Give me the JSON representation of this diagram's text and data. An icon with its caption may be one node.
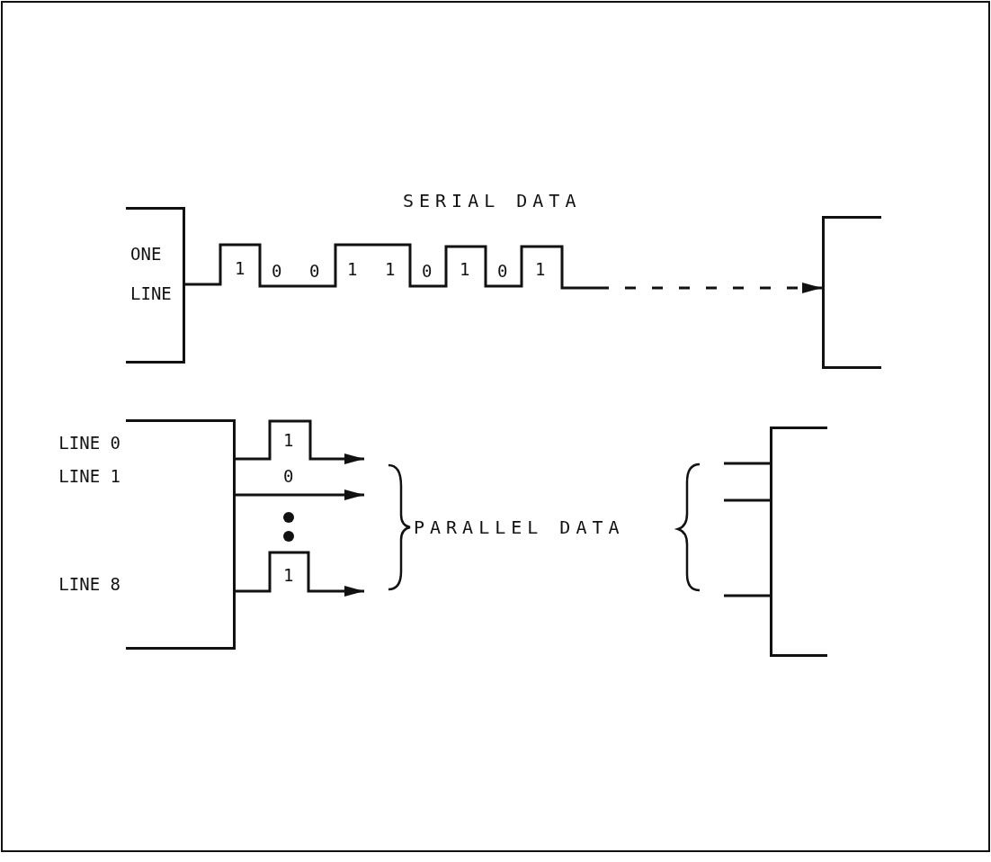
{
  "diagram": {
    "nodes": [
      {
        "text": [
          "ONE LINE"
        ]
      },
      {
        "text": [],
        "shape": "box"
      },
      {
        "text": [
          "LINE 0",
          "LINE 1",
          "LINE 8"
        ]
      },
      {
        "text": [],
        "shape": "box"
      }
    ],
    "edges": [
      {
        "from": 0,
        "to": 1,
        "arrow": "to",
        "style": "dashed"
      },
      {
        "from": 2,
        "to": null,
        "arrow": "to"
      },
      {
        "from": 2,
        "to": null,
        "arrow": "to"
      },
      {
        "from": 2,
        "to": null,
        "arrow": "to"
      },
      {
        "from": null,
        "to": 3,
        "arrow": "none"
      },
      {
        "from": null,
        "to": 3,
        "arrow": "none"
      },
      {
        "from": null,
        "to": 3,
        "arrow": "none"
      }
    ],
    "labels": [
      "SERIAL DATA",
      "1",
      "0",
      "0",
      "1",
      "1",
      "0",
      "1",
      "0",
      "1",
      "1",
      "0",
      "1",
      "PARALLEL DATA"
    ]
  }
}
